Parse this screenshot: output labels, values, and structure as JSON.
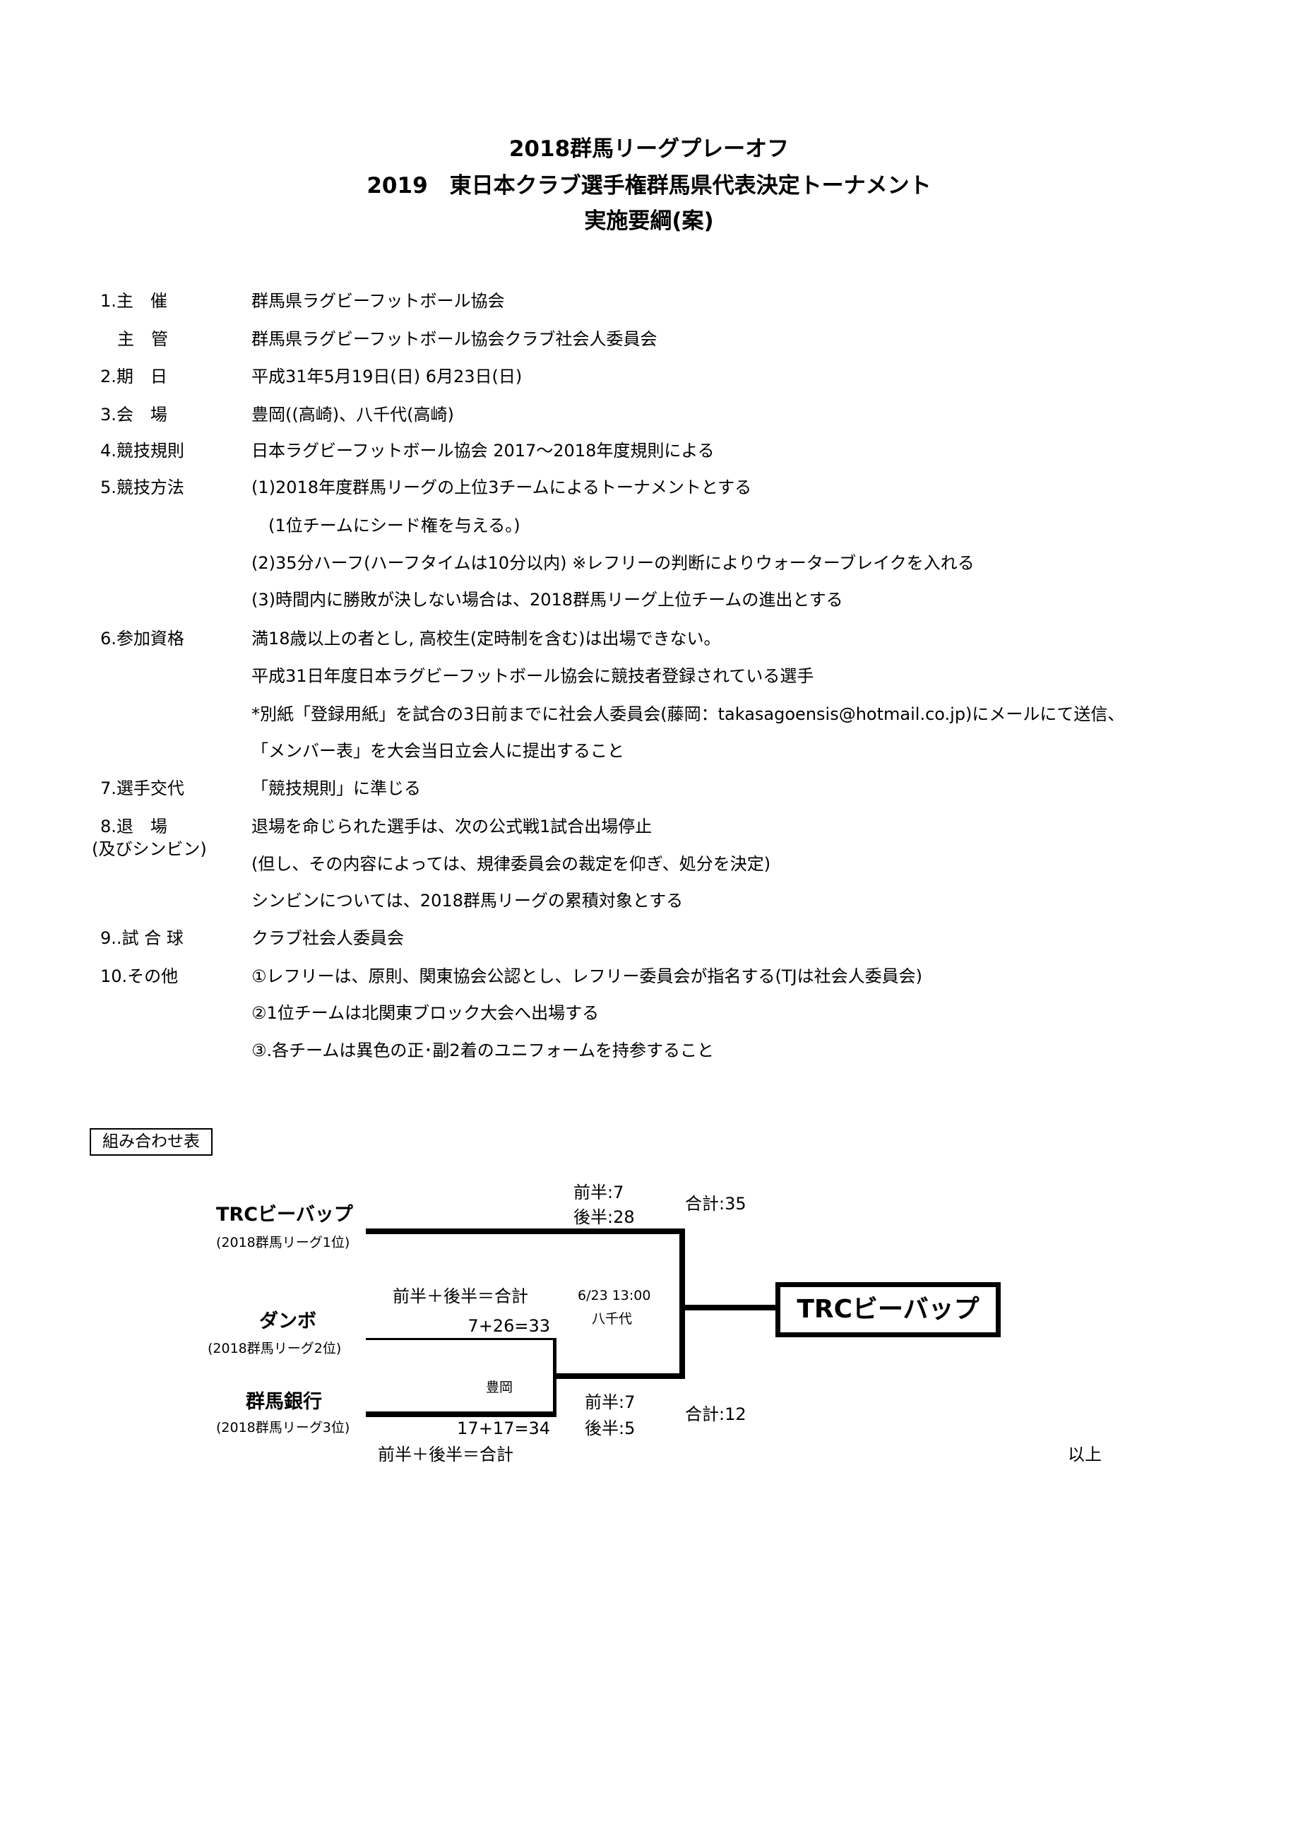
{
  "title": {
    "line1": "2018群馬リーグプレーオフ",
    "line2": "2019　東日本クラブ選手権群馬県代表決定トーナメント",
    "line3": "実施要綱(案)"
  },
  "items": [
    {
      "label": "1.主　催",
      "value": "群馬県ラグビーフットボール協会"
    },
    {
      "label": "　主　管",
      "value": "群馬県ラグビーフットボール協会クラブ社会人委員会"
    },
    {
      "label": "2.期　日",
      "value": "平成31年5月19日(日)  6月23日(日)"
    },
    {
      "label": "3.会　場",
      "value": "豊岡((高崎)、八千代(高崎)"
    },
    {
      "label": "4.競技規則",
      "value": "日本ラグビーフットボール協会  2017～2018年度規則による"
    },
    {
      "label": "5.競技方法",
      "value": "(1)2018年度群馬リーグの上位3チームによるトーナメントとする"
    },
    {
      "label": "",
      "value": "　(1位チームにシード権を与える。)"
    },
    {
      "label": "",
      "value": "(2)35分ハーフ(ハーフタイムは10分以内)  ※レフリーの判断によりウォーターブレイクを入れる"
    },
    {
      "label": "",
      "value": "(3)時間内に勝敗が決しない場合は、2018群馬リーグ上位チームの進出とする"
    },
    {
      "label": "6.参加資格",
      "value": "満18歳以上の者とし, 高校生(定時制を含む)は出場できない。"
    },
    {
      "label": "",
      "value": "平成31日年度日本ラグビーフットボール協会に競技者登録されている選手"
    },
    {
      "label": "",
      "value": "*別紙「登録用紙」を試合の3日前までに社会人委員会(藤岡：takasagoensis@hotmail.co.jp)にメールにて送信、"
    },
    {
      "label": "",
      "value": "「メンバー表」を大会当日立会人に提出すること"
    },
    {
      "label": "7.選手交代",
      "value": "「競技規則」に準じる"
    },
    {
      "label": "8.退　場",
      "label2": "(及びシンビン)",
      "value": "退場を命じられた選手は、次の公式戦1試合出場停止"
    },
    {
      "label": "",
      "value": "(但し、その内容によっては、規律委員会の裁定を仰ぎ、処分を決定)"
    },
    {
      "label": "",
      "value": "シンビンについては、2018群馬リーグの累積対象とする"
    },
    {
      "label": "9..試 合 球",
      "value": "クラブ社会人委員会"
    },
    {
      "label": "10.その他",
      "value": "①レフリーは、原則、関東協会公認とし、レフリー委員会が指名する(TJは社会人委員会)"
    },
    {
      "label": "",
      "value": "②1位チームは北関東ブロック大会へ出場する"
    },
    {
      "label": "",
      "value": "③.各チームは異色の正･副2着のユニフォームを持参すること"
    }
  ],
  "bracket": {
    "heading": "組み合わせ表",
    "team1": {
      "name": "TRCビーバップ",
      "rank": "(2018群馬リーグ1位)"
    },
    "team2": {
      "name": "ダンボ",
      "rank": "(2018群馬リーグ2位)"
    },
    "team3": {
      "name": "群馬銀行",
      "rank": "(2018群馬リーグ3位)"
    },
    "semi": {
      "venue": "豊岡",
      "legend_top": "前半＋後半＝合計",
      "score_team2": "7+26=33",
      "score_team3": "17+17=34",
      "legend_bottom": "前半＋後半＝合計"
    },
    "final": {
      "datetime": "6/23  13:00",
      "venue": "八千代",
      "team1_first_half": "前半:7",
      "team1_second_half": "後半:28",
      "team1_total": "合計:35",
      "team3_first_half": "前半:7",
      "team3_second_half": "後半:5",
      "team3_total": "合計:12"
    },
    "winner": "TRCビーバップ"
  },
  "closing": "以上"
}
